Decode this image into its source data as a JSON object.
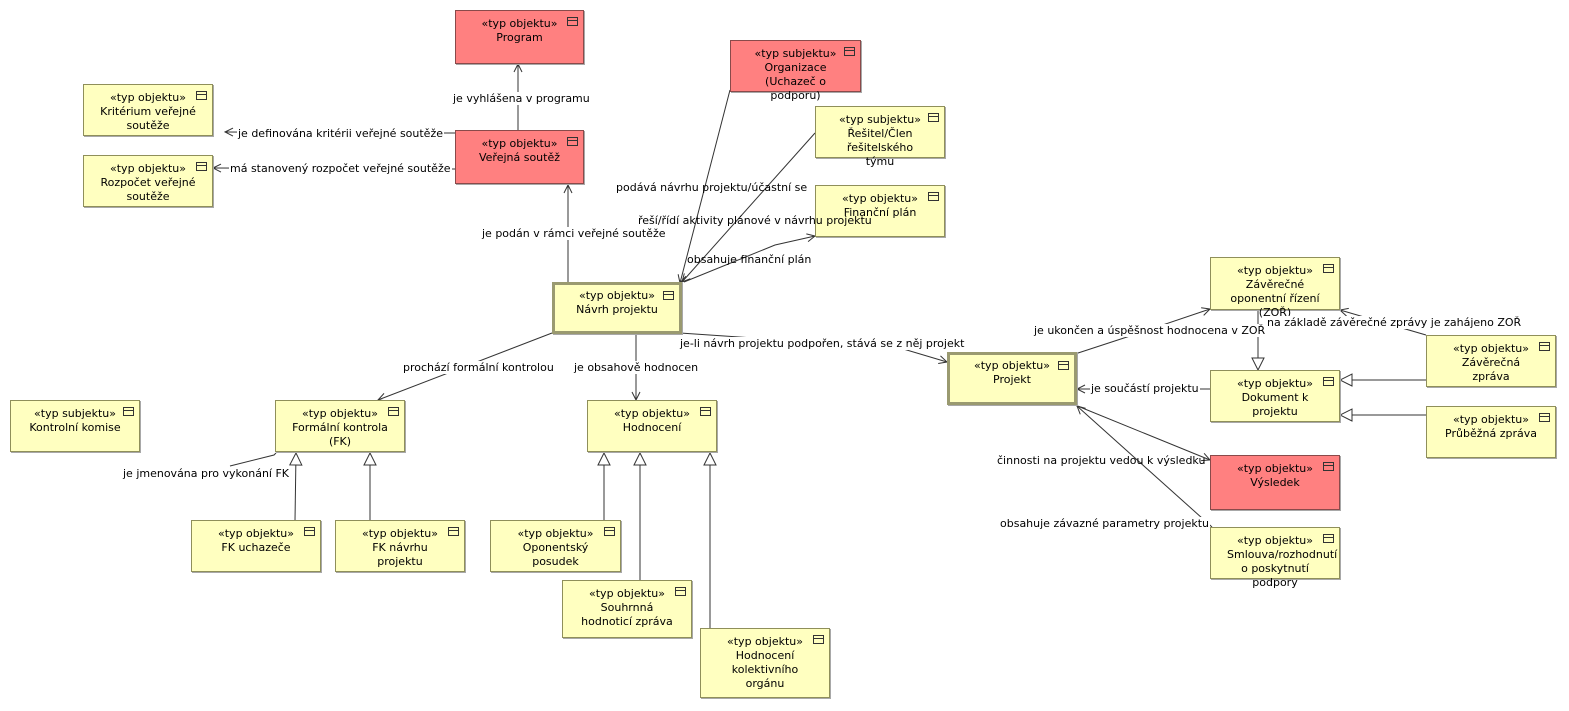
{
  "nodes": {
    "program": {
      "stereotype": "«typ objektu»",
      "name": "Program"
    },
    "verejna_soutez": {
      "stereotype": "«typ objektu»",
      "name": "Veřejná soutěž"
    },
    "kriterium": {
      "stereotype": "«typ objektu»",
      "name": "Kritérium veřejné soutěže"
    },
    "rozpocet": {
      "stereotype": "«typ objektu»",
      "name": "Rozpočet veřejné soutěže"
    },
    "organizace": {
      "stereotype": "«typ subjektu»",
      "name": "Organizace (Uchazeč o podporu)"
    },
    "resitel": {
      "stereotype": "«typ subjektu»",
      "name": "Řešitel/Člen řešitelského týmu"
    },
    "financni_plan": {
      "stereotype": "«typ objektu»",
      "name": "Finanční plán"
    },
    "navrh_projektu": {
      "stereotype": "«typ objektu»",
      "name": "Návrh projektu"
    },
    "kontrolni_komise": {
      "stereotype": "«typ subjektu»",
      "name": "Kontrolní komise"
    },
    "formalni_kontrola": {
      "stereotype": "«typ objektu»",
      "name": "Formální kontrola (FK)"
    },
    "fk_uchazece": {
      "stereotype": "«typ objektu»",
      "name": "FK uchazeče"
    },
    "fk_navrhu": {
      "stereotype": "«typ objektu»",
      "name": "FK návrhu projektu"
    },
    "hodnoceni": {
      "stereotype": "«typ objektu»",
      "name": "Hodnocení"
    },
    "oponentsky_posudek": {
      "stereotype": "«typ objektu»",
      "name": "Oponentský posudek"
    },
    "souhrnna_zprava": {
      "stereotype": "«typ objektu»",
      "name": "Souhrnná hodnoticí zpráva"
    },
    "hodnoceni_kolektivniho": {
      "stereotype": "«typ objektu»",
      "name": "Hodnocení kolektivního orgánu"
    },
    "projekt": {
      "stereotype": "«typ objektu»",
      "name": "Projekt"
    },
    "zor": {
      "stereotype": "«typ objektu»",
      "name": "Závěrečné oponentní řízení (ZOŘ)"
    },
    "dokument": {
      "stereotype": "«typ objektu»",
      "name": "Dokument k projektu"
    },
    "zaverecna_zprava": {
      "stereotype": "«typ objektu»",
      "name": "Závěrečná zpráva"
    },
    "prubezna_zprava": {
      "stereotype": "«typ objektu»",
      "name": "Průběžná zpráva"
    },
    "vysledek": {
      "stereotype": "«typ objektu»",
      "name": "Výsledek"
    },
    "smlouva": {
      "stereotype": "«typ objektu»",
      "name": "Smlouva/rozhodnutí o poskytnutí podpory"
    }
  },
  "relations": {
    "vyhlasena": "je vyhlášena v programu",
    "definovana": "je definována kritérii veřejné soutěže",
    "rozpocet": "má stanovený rozpočet veřejné soutěže",
    "podava": "podává návrhu projektu/účastní se",
    "resi": "řeší/řídí aktivity plánové v návrhu projektu",
    "obsahuje_fp": "obsahuje finanční plán",
    "podan": "je podán v rámci veřejné soutěže",
    "prochazi": "prochází formální kontrolou",
    "obsahove": "je obsahově hodnocen",
    "podporen": "je-li návrh projektu podpořen, stává se z něj projekt",
    "jmenovana": "je jmenována pro vykonání FK",
    "ukoncen": "je ukončen a úspěšnost hodnocena v ZOŘ",
    "na_zaklade": "na základě závěrečné zprávy je zahájeno ZOŘ",
    "soucasti": "je součástí projektu",
    "cinnosti": "činnosti na projektu vedou k výsledku",
    "zavazne": "obsahuje závazné parametry projektu"
  }
}
